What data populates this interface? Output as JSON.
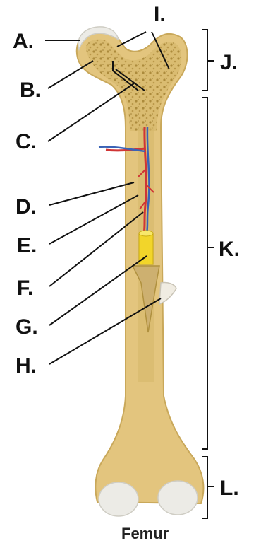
{
  "labels": {
    "a": "A.",
    "b": "B.",
    "c": "C.",
    "d": "D.",
    "e": "E.",
    "f": "F.",
    "g": "G.",
    "h": "H.",
    "i": "I.",
    "j": "J.",
    "k": "K.",
    "l": "L."
  },
  "caption": "Femur",
  "colors": {
    "bone": "#e3c57e",
    "bone_dark": "#c9a85a",
    "spongy": "#d2b266",
    "cartilage": "#ecebe6",
    "marrow": "#f2d52a",
    "artery": "#d03535",
    "vein": "#3a63b6"
  }
}
